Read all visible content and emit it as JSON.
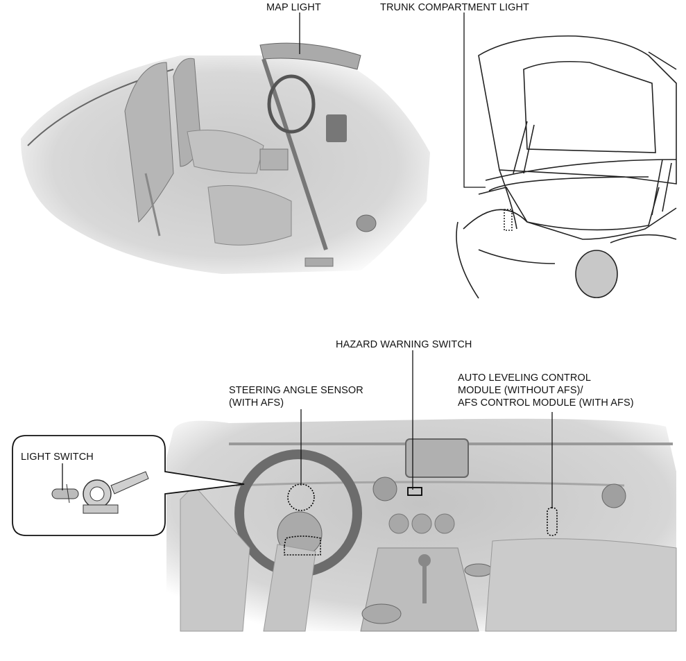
{
  "labels": {
    "map_light": "MAP LIGHT",
    "trunk_light": "TRUNK COMPARTMENT LIGHT",
    "hazard_switch": "HAZARD WARNING SWITCH",
    "steering_sensor": "STEERING ANGLE SENSOR\n(WITH AFS)",
    "auto_leveling": "AUTO LEVELING CONTROL\nMODULE (WITHOUT AFS)/\nAFS CONTROL MODULE (WITH AFS)",
    "light_switch": "LIGHT SWITCH"
  }
}
